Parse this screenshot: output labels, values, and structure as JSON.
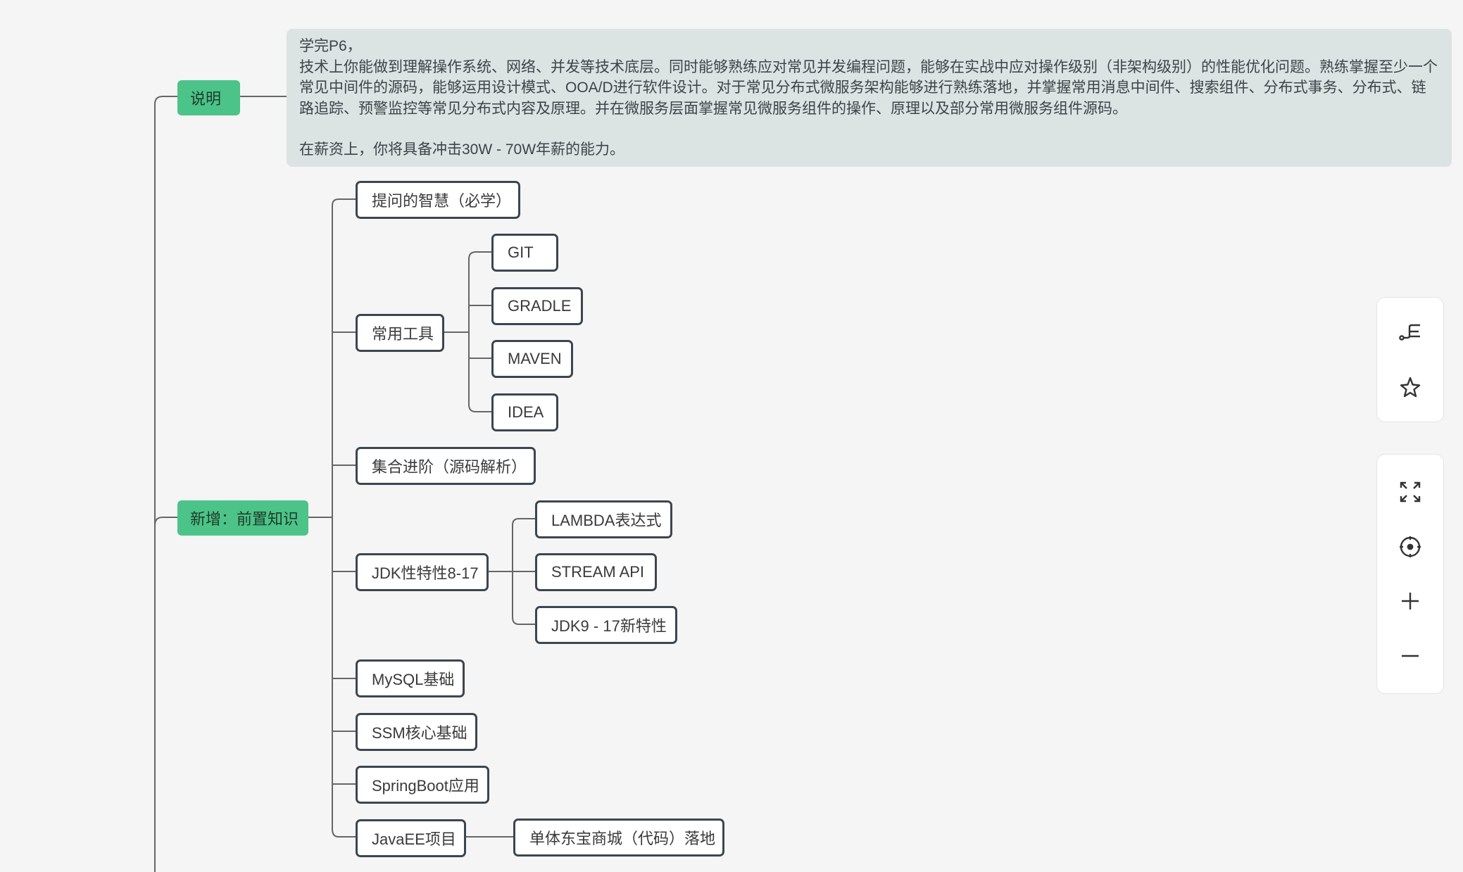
{
  "mindmap": {
    "note": {
      "line1": "学完P6，",
      "line2": "技术上你能做到理解操作系统、网络、并发等技术底层。同时能够熟练应对常见并发编程问题，能够在实战中应对操作级别（非架构级别）的性能优化问题。熟练掌握至少一个常见中间件的源码，能够运用设计模式、OOA/D进行软件设计。对于常见分布式微服务架构能够进行熟练落地，并掌握常用消息中间件、搜索组件、分布式事务、分布式、链路追踪、预警监控等常见分布式内容及原理。并在微服务层面掌握常见微服务组件的操作、原理以及部分常用微服务组件源码。",
      "line3": "在薪资上，你将具备冲击30W - 70W年薪的能力。"
    },
    "nodes": {
      "shuoming": "说明",
      "qianzhi": "新增：前置知识",
      "tiwen": "提问的智慧（必学）",
      "changyong": "常用工具",
      "git": "GIT",
      "gradle": "GRADLE",
      "maven": "MAVEN",
      "idea": "IDEA",
      "jihe": "集合进阶（源码解析）",
      "jdk": "JDK性特性8-17",
      "lambda": "LAMBDA表达式",
      "stream": "STREAM API",
      "jdk9": "JDK9 - 17新特性",
      "mysql": "MySQL基础",
      "ssm": "SSM核心基础",
      "springboot": "SpringBoot应用",
      "javaee": "JavaEE项目",
      "danti": "单体东宝商城（代码）落地"
    }
  },
  "toolbar": {
    "icons": [
      "structure-icon",
      "magic-star-icon",
      "fullscreen-icon",
      "locate-icon",
      "zoom-in-icon",
      "zoom-out-icon"
    ]
  },
  "colors": {
    "accent_green": "#4cc388",
    "note_bg": "#dce3e3",
    "node_border": "#3c4650",
    "line": "#666666",
    "background": "#f5f5f5"
  }
}
